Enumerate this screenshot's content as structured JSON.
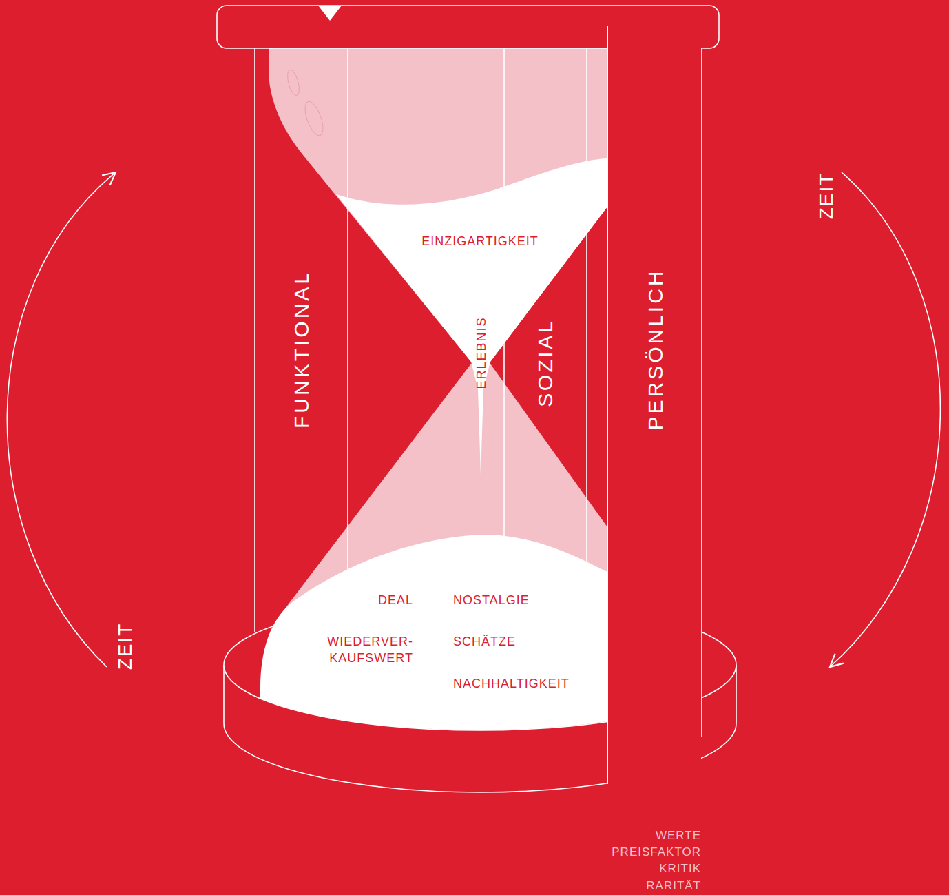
{
  "diagram": {
    "nodes": [
      {
        "text": [
          "FUNKTIONAL"
        ]
      },
      {
        "text": [
          "SOZIAL"
        ]
      },
      {
        "text": [
          "PERSÖNLICH"
        ]
      }
    ],
    "labels": [
      "ZEIT",
      "ZEIT",
      "EINZIGARTIGKEIT",
      "ERLEBNIS",
      "DEAL",
      "NOSTALGIE",
      "WIEDERVER- KAUFSWERT",
      "SCHÄTZE",
      "NACHHALTIGKEIT",
      "WERTE",
      "PREISFAKTOR",
      "KRITIK",
      "RARITÄT"
    ]
  }
}
